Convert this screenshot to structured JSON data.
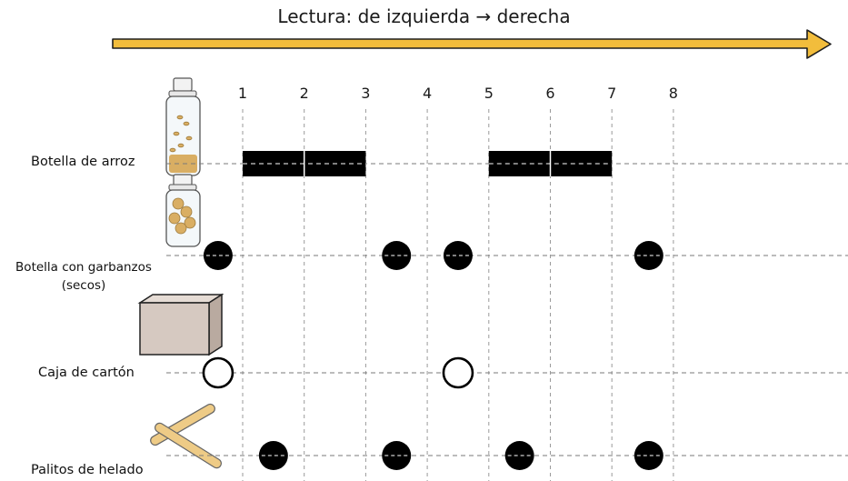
{
  "heading": {
    "prefix": "Lectura: de izquierda",
    "arrow_glyph": "→",
    "suffix": "derecha"
  },
  "colors": {
    "arrow_fill": "#f2bd3c",
    "arrow_stroke": "#1e1e1e",
    "grid": "#9a9a9a",
    "guide": "#7a7a7a",
    "note_fill": "#000000",
    "box_face": "#d6c9c1",
    "stick": "#eecb86",
    "grain": "#d9ae63"
  },
  "beats": [
    "1",
    "2",
    "3",
    "4",
    "5",
    "6",
    "7",
    "8"
  ],
  "rows": [
    {
      "id": "rice",
      "label_lines": [
        "Botella de arroz"
      ],
      "icon": "rice-bottle-icon",
      "notes": [
        {
          "type": "sustain",
          "start": 1,
          "end": 3
        },
        {
          "type": "sustain",
          "start": 5,
          "end": 7
        }
      ]
    },
    {
      "id": "chickpeas",
      "label_lines": [
        "Botella con garbanzos",
        "(secos)"
      ],
      "icon": "chickpea-bottle-icon",
      "notes": [
        {
          "type": "filled",
          "at": 0.6
        },
        {
          "type": "filled",
          "at": 3.5
        },
        {
          "type": "filled",
          "at": 4.5
        },
        {
          "type": "filled",
          "at": 7.6
        }
      ]
    },
    {
      "id": "box",
      "label_lines": [
        "Caja de cartón"
      ],
      "icon": "cardboard-box-icon",
      "notes": [
        {
          "type": "open",
          "at": 0.6
        },
        {
          "type": "open",
          "at": 4.5
        }
      ]
    },
    {
      "id": "sticks",
      "label_lines": [
        "Palitos de helado"
      ],
      "icon": "popsicle-sticks-icon",
      "notes": [
        {
          "type": "filled",
          "at": 1.5
        },
        {
          "type": "filled",
          "at": 3.5
        },
        {
          "type": "filled",
          "at": 5.5
        },
        {
          "type": "filled",
          "at": 7.6
        }
      ]
    }
  ]
}
